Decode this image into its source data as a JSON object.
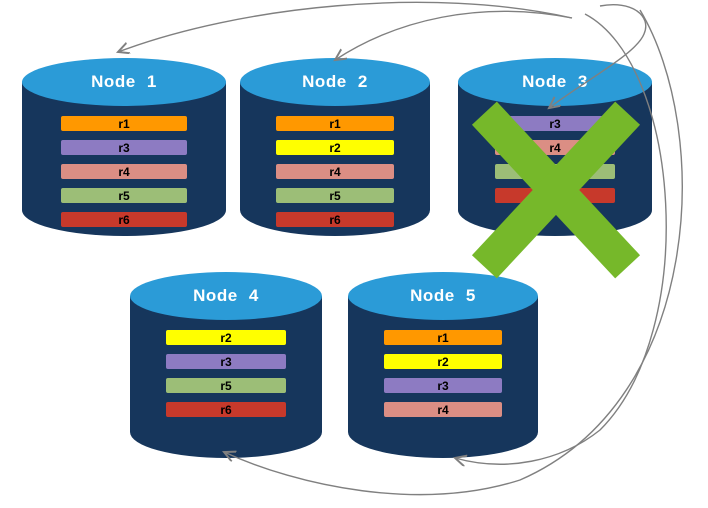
{
  "colors": {
    "cylinder_body": "#16365C",
    "cylinder_top": "#2B9BD7",
    "node_title_text": "#FFFFFF",
    "replica_label_text": "#000000",
    "failure_x": "#76B82A",
    "arrow": "#808080"
  },
  "replica_colors": {
    "r1": "#FF9800",
    "r2": "#FFFF00",
    "r3": "#8D7BC2",
    "r4": "#DB8E84",
    "r5": "#9CBE77",
    "r6": "#C7392B"
  },
  "nodes": [
    {
      "title": "Node 1",
      "replicas": [
        "r1",
        "r3",
        "r4",
        "r5",
        "r6"
      ],
      "failed": false
    },
    {
      "title": "Node 2",
      "replicas": [
        "r1",
        "r2",
        "r4",
        "r5",
        "r6"
      ],
      "failed": false
    },
    {
      "title": "Node 3",
      "replicas": [
        "r3",
        "r4",
        "r5",
        "r6"
      ],
      "failed": true
    },
    {
      "title": "Node 4",
      "replicas": [
        "r2",
        "r3",
        "r5",
        "r6"
      ],
      "failed": false
    },
    {
      "title": "Node 5",
      "replicas": [
        "r1",
        "r2",
        "r3",
        "r4"
      ],
      "failed": false
    }
  ],
  "failure_mark": {
    "node": "Node 3",
    "symbol": "X"
  }
}
